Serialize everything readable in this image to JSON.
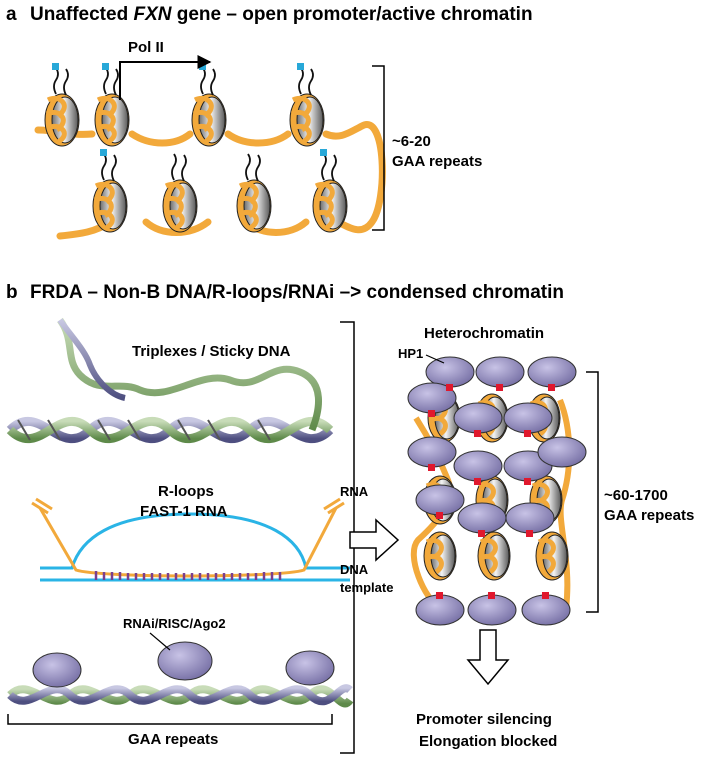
{
  "panel_a": {
    "letter": "a",
    "title_pre": "Unaffected ",
    "title_gene": "FXN",
    "title_post": " gene – open promoter/active chromatin",
    "pol_label": "Pol II",
    "repeat_count": "~6-20",
    "repeat_label": "GAA repeats"
  },
  "panel_b": {
    "letter": "b",
    "title": "FRDA – Non-B DNA/R-loops/RNAi –> condensed chromatin",
    "triplex_label": "Triplexes / Sticky DNA",
    "rloop_label_1": "R-loops",
    "rloop_label_2": "FAST-1 RNA",
    "rna_label": "RNA",
    "dna_label": "DNA",
    "template_label": "template",
    "rnai_label": "RNAi/RISC/Ago2",
    "gaa_label": "GAA repeats",
    "heterochromatin_label": "Heterochromatin",
    "hp1_label": "HP1",
    "repeat_count": "~60-1700",
    "repeat_label": "GAA repeats",
    "outcome_1": "Promoter silencing",
    "outcome_2": "Elongation blocked"
  },
  "colors": {
    "dna_orange": "#f2a93b",
    "histone_gray": "#b8b8b8",
    "acetyl_blue": "#28a8d8",
    "methyl_red": "#e0182d",
    "hp1_purple": "#9a93c4",
    "rna_blue": "#2ab4e6",
    "hybrid_purple": "#7a3f8f",
    "helix_green": "#7da56a",
    "helix_blue": "#6e6fa0"
  }
}
